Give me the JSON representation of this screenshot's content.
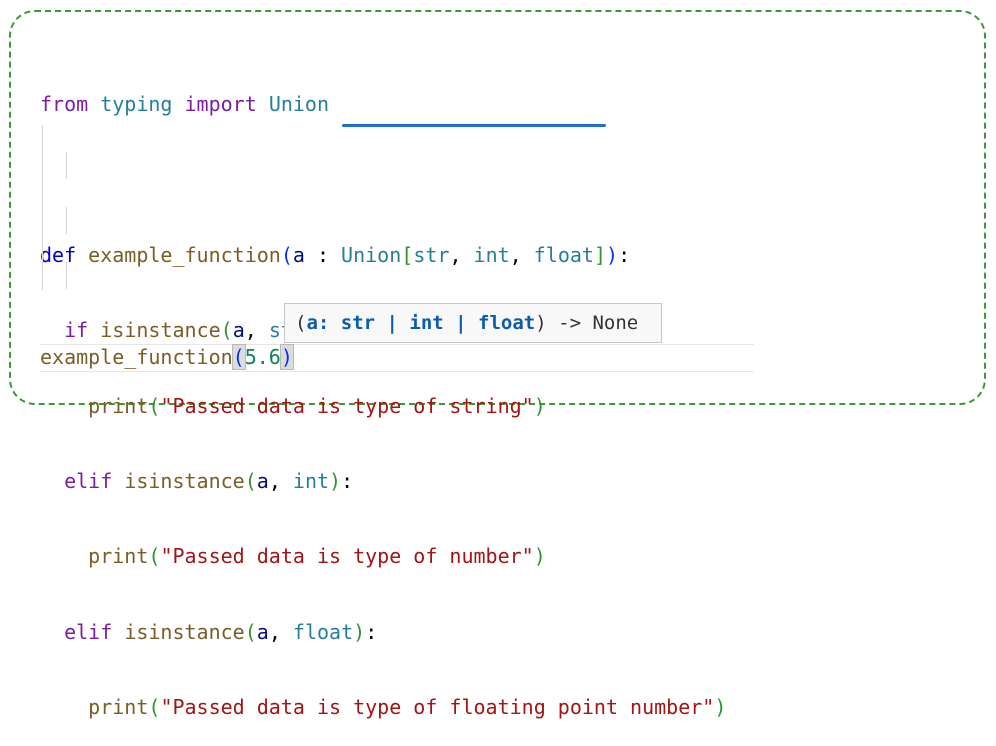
{
  "code": {
    "line1": {
      "from": "from",
      "module": "typing",
      "import": "import",
      "name": "Union"
    },
    "line3": {
      "def": "def",
      "fname": "example_function",
      "open": "(",
      "param": "a",
      "colon": " : ",
      "union": "Union",
      "lb": "[",
      "t1": "str",
      "t2": "int",
      "t3": "float",
      "rb": "]",
      "close": ")",
      "end": ":"
    },
    "line4": {
      "kw": "if",
      "fn": "isinstance",
      "open": "(",
      "arg": "a",
      "comma": ", ",
      "type": "str",
      "close": ")",
      "end": ":"
    },
    "line5": {
      "fn": "print",
      "open": "(",
      "str": "\"Passed data is type of string\"",
      "close": ")"
    },
    "line6": {
      "kw": "elif",
      "fn": "isinstance",
      "open": "(",
      "arg": "a",
      "comma": ", ",
      "type": "int",
      "close": ")",
      "end": ":"
    },
    "line7": {
      "fn": "print",
      "open": "(",
      "str": "\"Passed data is type of number\"",
      "close": ")"
    },
    "line8": {
      "kw": "elif",
      "fn": "isinstance",
      "open": "(",
      "arg": "a",
      "comma": ", ",
      "type": "float",
      "close": ")",
      "end": ":"
    },
    "line9": {
      "fn": "print",
      "open": "(",
      "str": "\"Passed data is type of floating point number\"",
      "close": ")"
    },
    "call": {
      "fname": "example_function",
      "open": "(",
      "arg": "5.6",
      "close": ")"
    }
  },
  "hint": {
    "open": "(",
    "sig": "a: str | int | float",
    "close": ")",
    "ret": " -> None"
  }
}
